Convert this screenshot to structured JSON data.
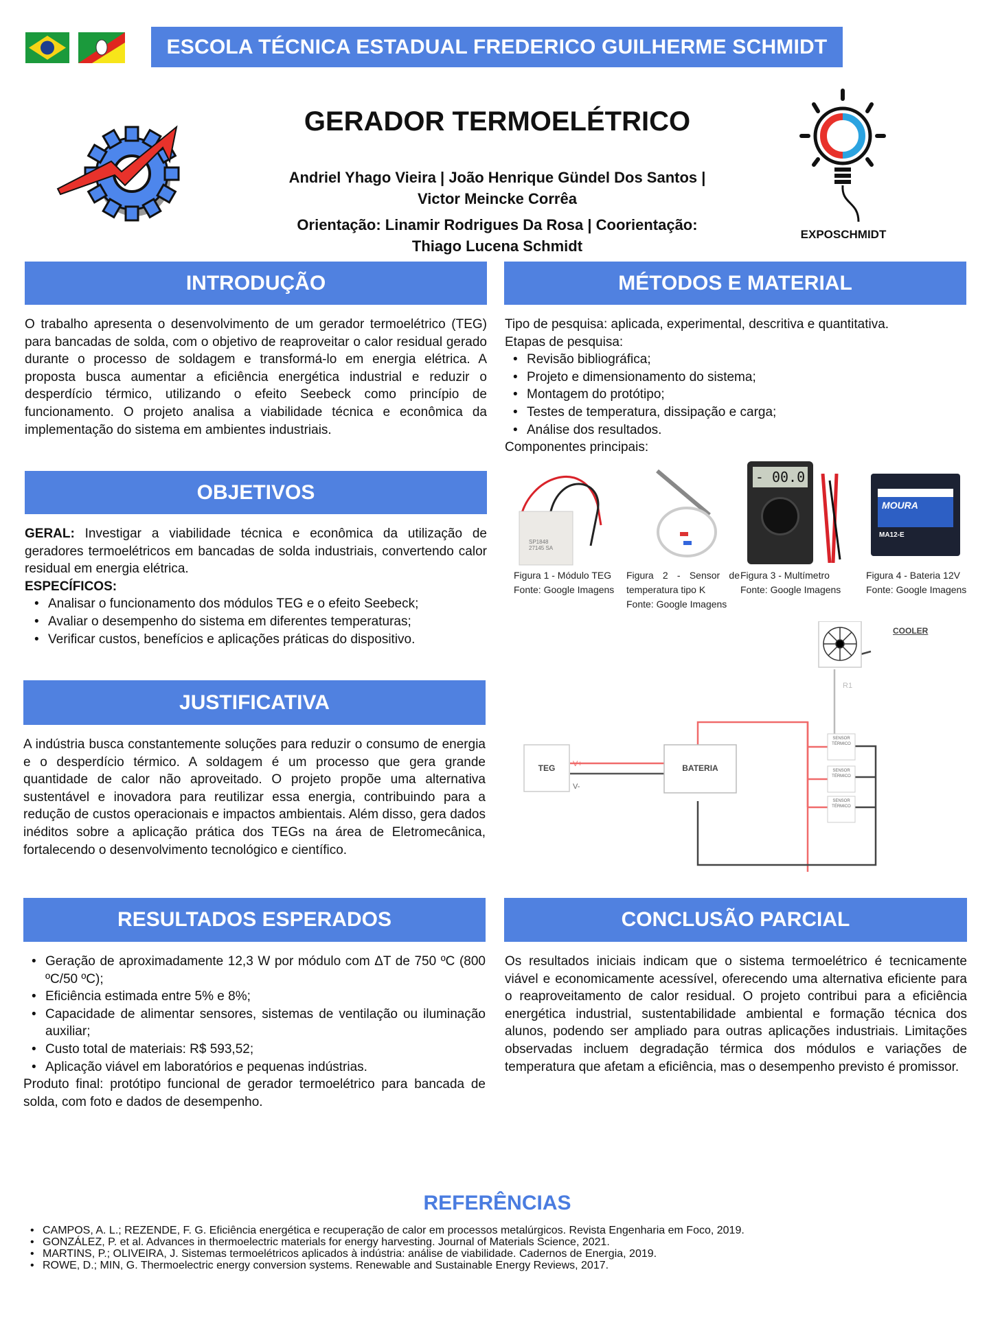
{
  "header": {
    "school": "ESCOLA TÉCNICA ESTADUAL FREDERICO GUILHERME SCHMIDT",
    "title": "GERADOR TERMOELÉTRICO",
    "authors_1": "Andriel Yhago Vieira | João Henrique Gündel Dos Santos |",
    "authors_2": "Victor Meincke Corrêa",
    "orient_1": "Orientação: Linamir Rodrigues Da Rosa | Coorientação:",
    "orient_2": "Thiago Lucena Schmidt",
    "expo_logo": "EXPOSCHMIDT"
  },
  "colors": {
    "accent": "#5081e0",
    "red": "#e8322b"
  },
  "intro": {
    "heading": "INTRODUÇÃO",
    "text": "O trabalho apresenta o desenvolvimento de um gerador termoelétrico (TEG) para bancadas de solda, com o objetivo de reaproveitar o calor residual gerado durante o processo de soldagem e transformá-lo em energia elétrica. A proposta busca aumentar a eficiência energética industrial e reduzir o desperdício térmico, utilizando o efeito Seebeck como princípio de funcionamento. O projeto analisa a viabilidade técnica e econômica da implementação do sistema em ambientes industriais."
  },
  "objetivos": {
    "heading": "OBJETIVOS",
    "geral_label": "GERAL:",
    "geral_text": " Investigar a viabilidade técnica e econômica da utilização de geradores termoelétricos em bancadas de solda industriais, convertendo calor residual em energia elétrica.",
    "esp_label": "ESPECÍFICOS:",
    "items": [
      "Analisar o funcionamento dos módulos TEG e o efeito Seebeck;",
      "Avaliar o desempenho do sistema em diferentes temperaturas;",
      "Verificar custos, benefícios e aplicações práticas do dispositivo."
    ]
  },
  "justificativa": {
    "heading": "JUSTIFICATIVA",
    "text": "A indústria busca constantemente soluções para reduzir o consumo de energia e o desperdício térmico. A soldagem é um processo que gera grande quantidade de calor não aproveitado. O projeto propõe uma alternativa sustentável e inovadora para reutilizar essa energia, contribuindo para a redução de custos operacionais e impactos ambientais. Além disso, gera dados inéditos sobre a aplicação prática dos TEGs na área de Eletromecânica, fortalecendo o desenvolvimento tecnológico e científico."
  },
  "resultados": {
    "heading": "RESULTADOS ESPERADOS",
    "items": [
      "Geração de aproximadamente 12,3 W por módulo com ΔT de 750 ºC (800 ºC/50 ºC);",
      "Eficiência estimada entre 5% e 8%;",
      "Capacidade de alimentar sensores, sistemas de ventilação ou iluminação auxiliar;",
      "Custo total de materiais: R$ 593,52;",
      "Aplicação viável em laboratórios e pequenas indústrias."
    ],
    "final": "Produto final: protótipo funcional de gerador termoelétrico para bancada de solda, com foto e dados de desempenho."
  },
  "metodos": {
    "heading": "MÉTODOS E MATERIAL",
    "tipo": "Tipo de pesquisa: aplicada, experimental, descritiva e quantitativa.",
    "etapas_label": "Etapas de pesquisa:",
    "etapas": [
      "Revisão bibliográfica;",
      "Projeto e dimensionamento do sistema;",
      "Montagem do protótipo;",
      "Testes de temperatura, dissipação e carga;",
      "Análise dos resultados."
    ],
    "comp_label": "Componentes principais:",
    "figures": [
      {
        "caption": "Figura 1 - Módulo TEG",
        "source": "Fonte: Google Imagens",
        "module_text": "SP1848 27145 SA"
      },
      {
        "caption": "Figura 2 - Sensor de temperatura tipo K",
        "source": "Fonte: Google Imagens"
      },
      {
        "caption": "Figura 3 - Multímetro",
        "source": "Fonte: Google Imagens",
        "display": "- 00.0"
      },
      {
        "caption": "Figura 4 - Bateria 12V",
        "source": "Fonte: Google Imagens",
        "brand": "MOURA",
        "model": "MA12-E"
      }
    ],
    "diagram": {
      "teg": "TEG",
      "vplus": "V+",
      "vminus": "V-",
      "bateria": "BATERIA",
      "cooler": "COOLER",
      "r1": "R1",
      "sensor_l1": "SENSOR",
      "sensor_l2": "TÉRMICO"
    }
  },
  "conclusao": {
    "heading": "CONCLUSÃO PARCIAL",
    "text": "Os resultados iniciais indicam que o sistema termoelétrico é tecnicamente viável e economicamente acessível, oferecendo uma alternativa eficiente para o reaproveitamento de calor residual. O projeto contribui para a eficiência energética industrial, sustentabilidade ambiental e formação técnica dos alunos, podendo ser ampliado para outras aplicações industriais. Limitações observadas incluem degradação térmica dos módulos e variações de temperatura que afetam a eficiência, mas o desempenho previsto é promissor."
  },
  "referencias": {
    "heading": "REFERÊNCIAS",
    "items": [
      "CAMPOS, A. L.; REZENDE, F. G. Eficiência energética e recuperação de calor em processos metalúrgicos. Revista Engenharia em Foco, 2019.",
      "GONZÁLEZ, P. et al. Advances in thermoelectric materials for energy harvesting. Journal of Materials Science, 2021.",
      "MARTINS, P.; OLIVEIRA, J. Sistemas termoelétricos aplicados à indústria: análise de viabilidade. Cadernos de Energia, 2019.",
      "ROWE, D.; MIN, G. Thermoelectric energy conversion systems. Renewable and Sustainable Energy Reviews, 2017."
    ]
  }
}
